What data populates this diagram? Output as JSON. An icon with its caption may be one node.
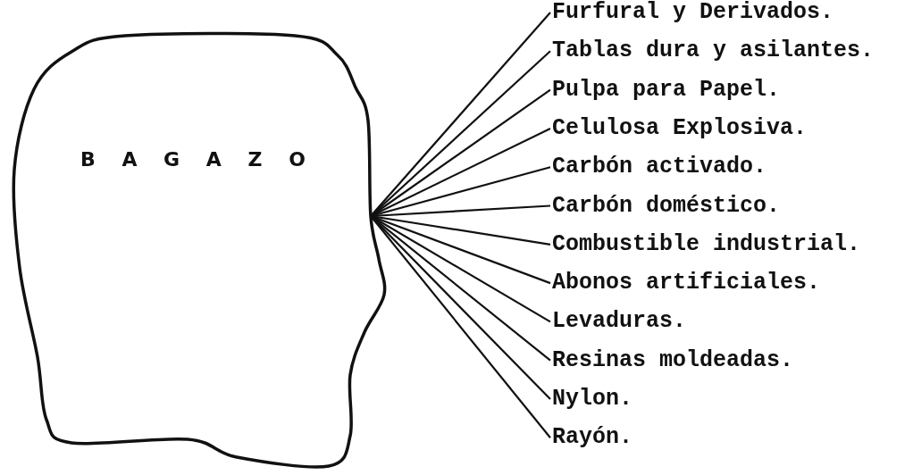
{
  "diagram": {
    "nodes": [
      {
        "text": [
          "B A G A Z O"
        ]
      },
      {
        "text": [
          "Furfural y Derivados."
        ]
      },
      {
        "text": [
          "Tablas dura y asilantes."
        ]
      },
      {
        "text": [
          "Pulpa para Papel."
        ]
      },
      {
        "text": [
          "Celulosa Explosiva."
        ]
      },
      {
        "text": [
          "Carbón activado."
        ]
      },
      {
        "text": [
          "Carbón doméstico."
        ]
      },
      {
        "text": [
          "Combustible industrial."
        ]
      },
      {
        "text": [
          "Abonos artificiales."
        ]
      },
      {
        "text": [
          "Levaduras."
        ]
      },
      {
        "text": [
          "Resinas moldeadas."
        ]
      },
      {
        "text": [
          "Nylon."
        ]
      },
      {
        "text": [
          "Rayón."
        ]
      }
    ],
    "edges": [
      {
        "from": 0,
        "to": 1,
        "arrow": "none"
      },
      {
        "from": 0,
        "to": 2,
        "arrow": "none"
      },
      {
        "from": 0,
        "to": 3,
        "arrow": "none"
      },
      {
        "from": 0,
        "to": 4,
        "arrow": "none"
      },
      {
        "from": 0,
        "to": 5,
        "arrow": "none"
      },
      {
        "from": 0,
        "to": 6,
        "arrow": "none"
      },
      {
        "from": 0,
        "to": 7,
        "arrow": "none"
      },
      {
        "from": 0,
        "to": 8,
        "arrow": "none"
      },
      {
        "from": 0,
        "to": 9,
        "arrow": "none"
      },
      {
        "from": 0,
        "to": 10,
        "arrow": "none"
      },
      {
        "from": 0,
        "to": 11,
        "arrow": "none"
      },
      {
        "from": 0,
        "to": 12,
        "arrow": "none"
      }
    ]
  }
}
